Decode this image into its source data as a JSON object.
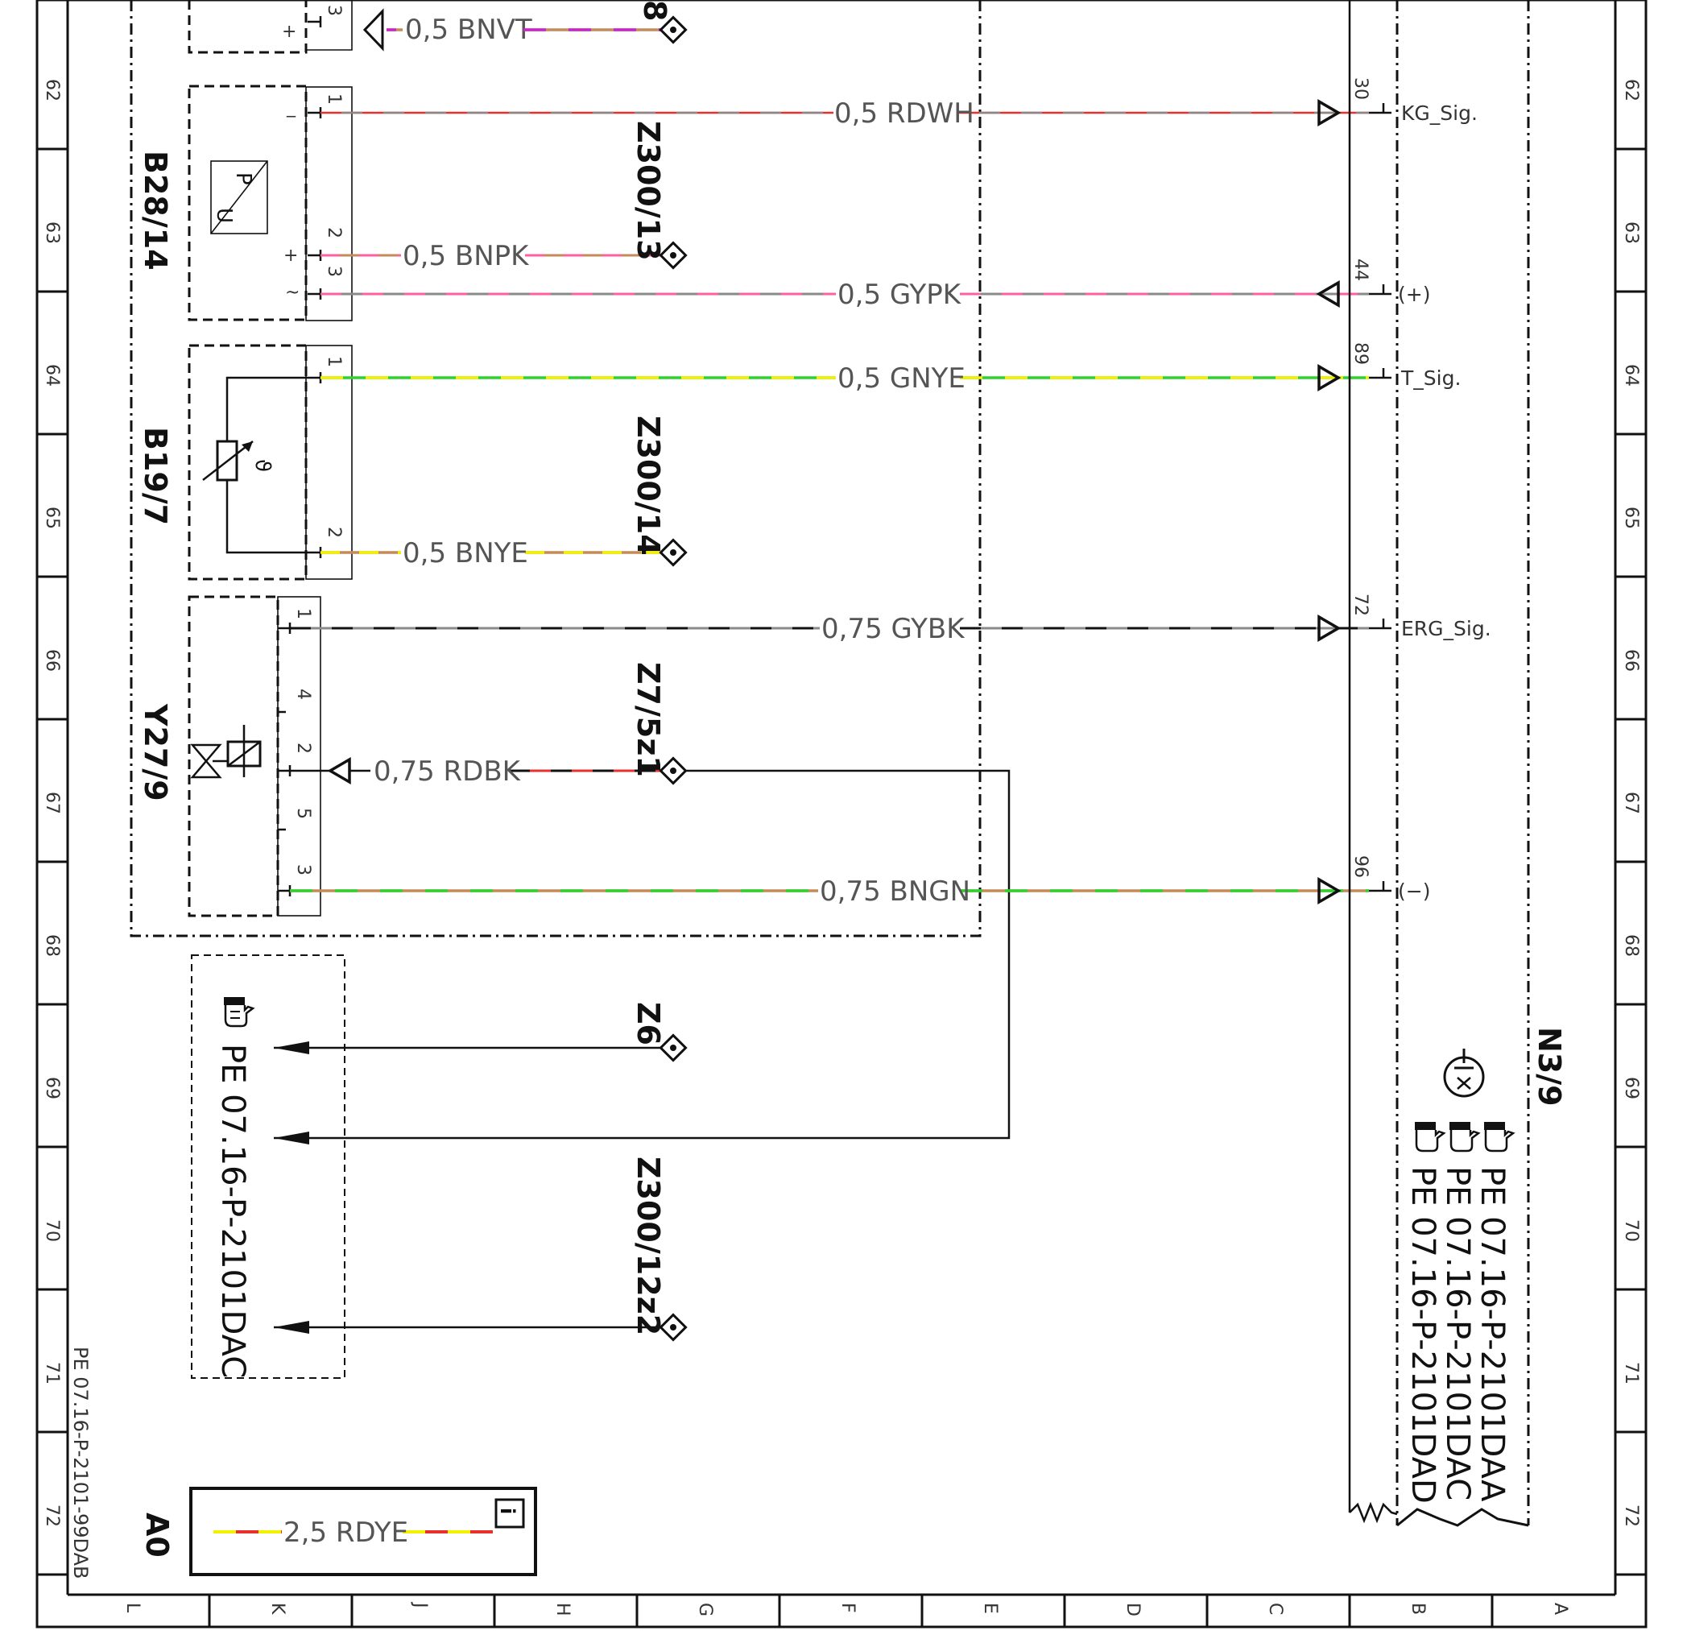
{
  "sheet": {
    "row_numbers": [
      "62",
      "63",
      "64",
      "65",
      "66",
      "67",
      "68",
      "69",
      "70",
      "71",
      "72"
    ],
    "column_letters": [
      "L",
      "K",
      "J",
      "H",
      "G",
      "F",
      "E",
      "D",
      "C",
      "B",
      "A"
    ],
    "footer_ref": "PE 07.16-P-2101-99DAB"
  },
  "components": {
    "b28_14": "B28/14",
    "b19_7": "B19/7",
    "y27_9": "Y27/9",
    "n3_9": "N3/9",
    "a0": "A0",
    "pu_symbol_p": "P",
    "pu_symbol_u": "U",
    "theta_symbol": "ϑ"
  },
  "pins": {
    "top_3": "3",
    "top_plus": "+",
    "b28_1": "1",
    "b28_minus": "_",
    "b28_2": "2",
    "b28_plus": "+",
    "b28_3": "3",
    "b28_tilde": "~",
    "b19_1": "1",
    "b19_2": "2",
    "y27_1": "1",
    "y27_4": "4",
    "y27_2": "2",
    "y27_5": "5",
    "y27_3": "3",
    "n3_30": "30",
    "n3_44": "44",
    "n3_89": "89",
    "n3_72": "72",
    "n3_96": "96"
  },
  "wires": {
    "bnvt": "0,5  BNVT",
    "rdwh": "0,5  RDWH",
    "bnpk": "0,5  BNPK",
    "gypk": "0,5  GYPK",
    "gnye": "0,5  GNYE",
    "bnye": "0,5  BNYE",
    "gybk": "0,75  GYBK",
    "rdbk": "0,75  RDBK",
    "bngn": "0,75  BNGN",
    "rdye": "2,5  RDYE"
  },
  "splices": {
    "top": "8",
    "z300_13": "Z300/13",
    "z300_14": "Z300/14",
    "z7_5z1": "Z7/5z1",
    "z6": "Z6",
    "z300_12z2": "Z300/12z2"
  },
  "n3_signals": {
    "kg_sig": "KG_Sig.",
    "plus": "(+)",
    "t_sig": "T_Sig.",
    "erg_sig": "ERG_Sig.",
    "minus": "(−)"
  },
  "references": {
    "ground_ref": "PE 07.16-P-2101DAC",
    "n3_ref_1": "PE 07.16-P-2101DAA",
    "n3_ref_2": "PE 07.16-P-2101DAC",
    "n3_ref_3": "PE 07.16-P-2101DAD"
  },
  "info_icon": "i",
  "wire_colors": {
    "red": "#e8302c",
    "pink": "#ff5fa2",
    "violet": "#cc22cc",
    "brown": "#c58a5a",
    "green": "#2ed12e",
    "yellow": "#f2f200",
    "gray": "#8a8a8a",
    "black": "#111111",
    "white": "#ffffff"
  }
}
